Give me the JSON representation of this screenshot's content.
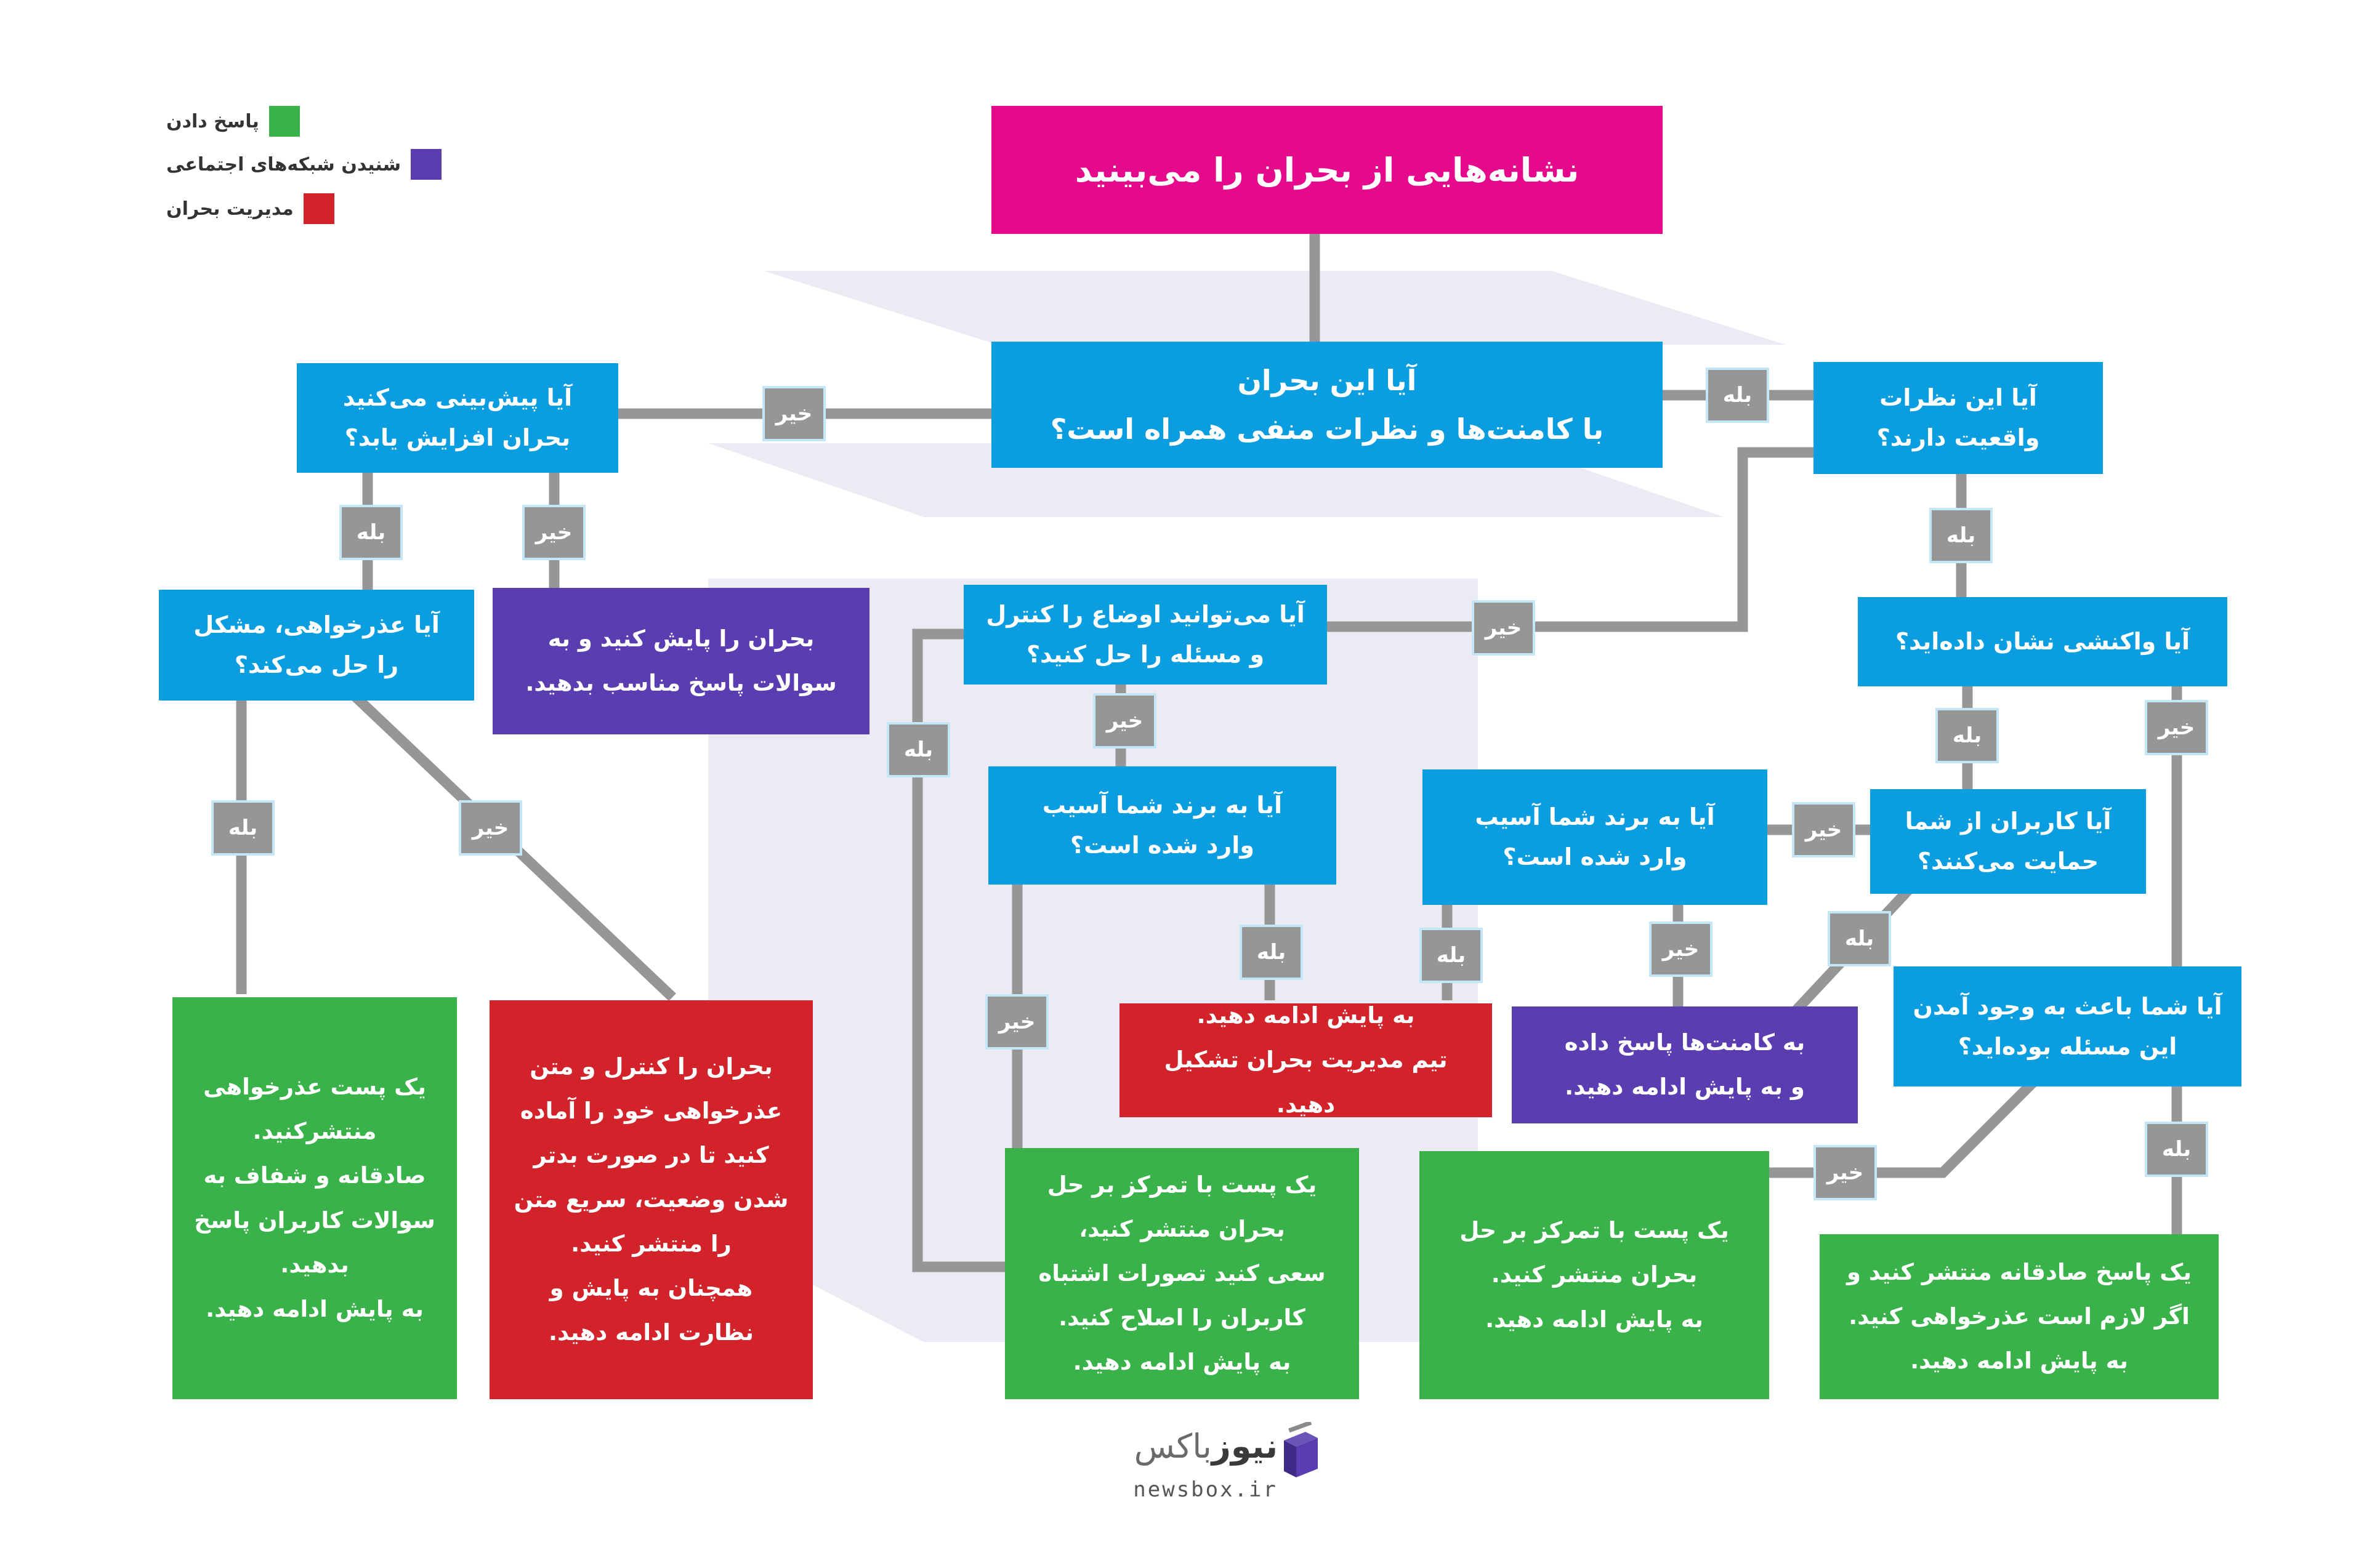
{
  "colors": {
    "question": "#0a9ddf",
    "respond": "#3ab24a",
    "listening": "#5b3db2",
    "crisis": "#d2232a",
    "title": "#e5098b",
    "connector": "#969696"
  },
  "legend": [
    {
      "label": "پاسخ دادن",
      "color": "#3ab24a"
    },
    {
      "label": "شنیدن شبکه‌های اجتماعی",
      "color": "#5b3db2"
    },
    {
      "label": "مدیریت بحران",
      "color": "#d2232a"
    }
  ],
  "title": "نشانه‌هایی از بحران را می‌بینید",
  "questions": {
    "negative_comments": "آیا این بحران\nبا کامنت‌ها و نظرات منفی همراه است؟",
    "predict_increase": "آیا پیش‌بینی می‌کنید\nبحران افزایش یابد؟",
    "comments_real": "آیا این نظرات\nواقعیت دارند؟",
    "apology_solve": "آیا عذرخواهی، مشکل\nرا حل می‌کند؟",
    "can_control": "آیا می‌توانید اوضاع را کنترل\nو مسئله را حل کنید؟",
    "reacted": "آیا واکنشی نشان داده‌اید؟",
    "brand_damage_1": "آیا به برند شما آسیب\nوارد شده است؟",
    "brand_damage_2": "آیا به برند شما آسیب\nوارد شده است؟",
    "users_support": "آیا کاربران از شما\nحمایت می‌کنند؟",
    "caused_issue": "آیا شما باعث به وجود آمدن\nاین مسئله بوده‌اید؟"
  },
  "outcomes": {
    "monitor_answer": "بحران را پایش کنید و به\nسوالات پاسخ مناسب بدهید.",
    "apology_post": "یک پست عذرخواهی\nمنتشرکنید.\nصادقانه و شفاف به\nسوالات کاربران پاسخ\nبدهید.\nبه پایش ادامه دهید.",
    "control_prepare": "بحران را کنترل و متن\nعذرخواهی خود را آماده\nکنید تا در صورت بدتر\nشدن وضعیت، سریع متن\nرا منتشر کنید.\nهمچنان به پایش و\nنظارت ادامه دهید.",
    "crisis_team": "به پایش ادامه دهید.\nتیم مدیریت بحران تشکیل دهید.",
    "answer_comments": "به کامنت‌ها پاسخ داده\nو به پایش ادامه دهید.",
    "focus_post_long": "یک پست با تمرکز بر حل\nبحران منتشر کنید،\nسعی کنید تصورات اشتباه\nکاربران را اصلاح کنید.\nبه پایش ادامه دهید.",
    "focus_post_short": "یک پست با تمرکز بر حل\nبحران منتشر کنید.\nبه پایش ادامه دهید.",
    "honest_answer": "یک پاسخ صادقانه منتشر کنید و\nاگر لازم است عذرخواهی کنید.\nبه پایش ادامه دهید."
  },
  "labels": {
    "yes": "بله",
    "no": "خیر"
  },
  "brand": {
    "name_bold": "نیوز",
    "name_light": "باکس",
    "url": "newsbox.ir"
  }
}
